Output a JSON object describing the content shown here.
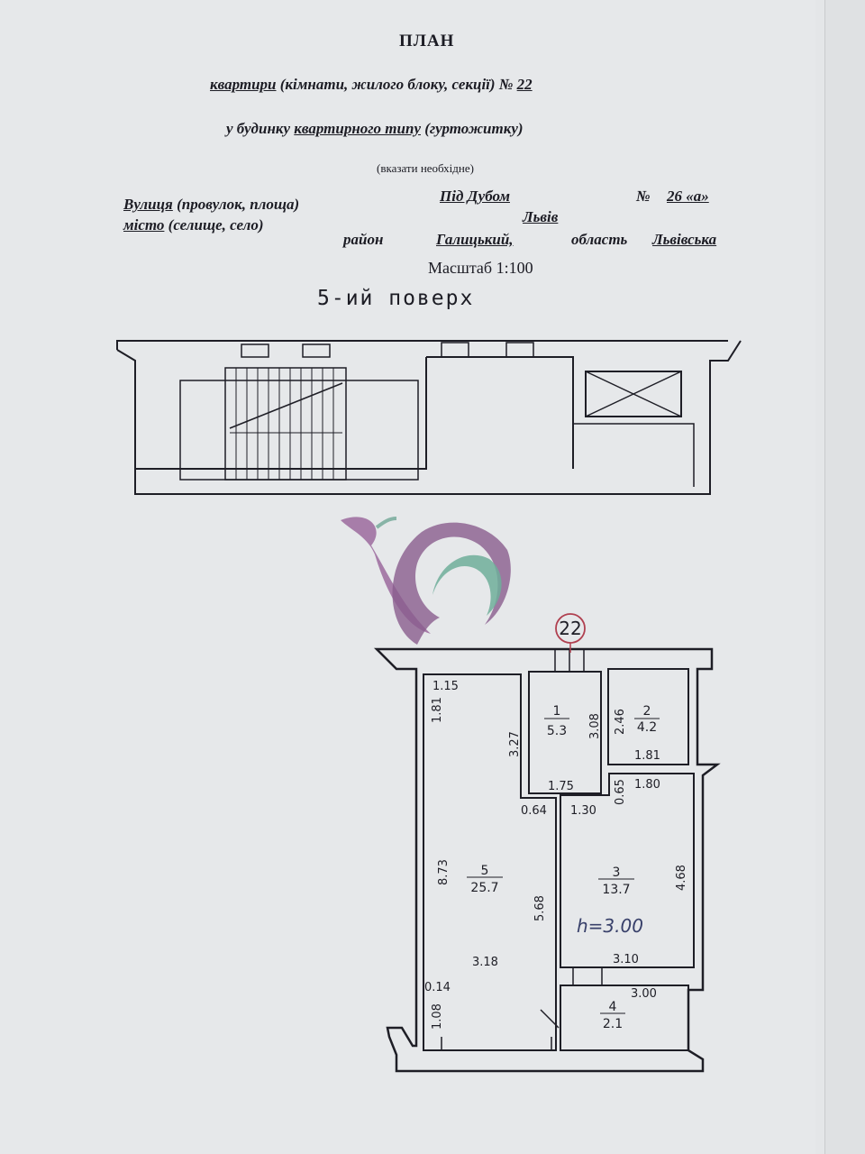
{
  "header": {
    "title": "ПЛАН",
    "line1_a": "квартири",
    "line1_b": " (кімнати, жилого блоку, секції) № ",
    "line1_num": "22",
    "line2_a": "у будинку ",
    "line2_b": "квартирного типу",
    "line2_c": " (гуртожитку)",
    "note": "(вказати необхідне)",
    "street_label": "Вулиця",
    "street_label_rest": " (провулок, площа)",
    "city_label": "місто",
    "city_label_rest": " (селище, село)",
    "street_value": "Під Дубом",
    "number_label": "№",
    "number_value": "26 «а»",
    "city_value": "Львів",
    "district_label": "район",
    "district_value": "Галицький,",
    "region_label": "область",
    "region_value": "Львівська",
    "scale": "Масштаб 1:100",
    "floor": "5-ий поверх"
  },
  "plan": {
    "apartment_number": "22",
    "rooms": [
      {
        "number": "1",
        "area": "5.3"
      },
      {
        "number": "2",
        "area": "4.2"
      },
      {
        "number": "3",
        "area": "13.7"
      },
      {
        "number": "4",
        "area": "2.1"
      },
      {
        "number": "5",
        "area": "25.7"
      }
    ],
    "dimensions": [
      "1.15",
      "1.81",
      "3.27",
      "3.08",
      "2.46",
      "1.81",
      "1.75",
      "0.65",
      "1.80",
      "0.64",
      "1.30",
      "8.73",
      "5.68",
      "4.68",
      "3.18",
      "3.10",
      "0.14",
      "3.00",
      "1.08"
    ],
    "handwritten_height": "h=3.00"
  },
  "colors": {
    "ink": "#1e1e26",
    "paper": "#e6e8ea",
    "stamp": "#b04050"
  }
}
